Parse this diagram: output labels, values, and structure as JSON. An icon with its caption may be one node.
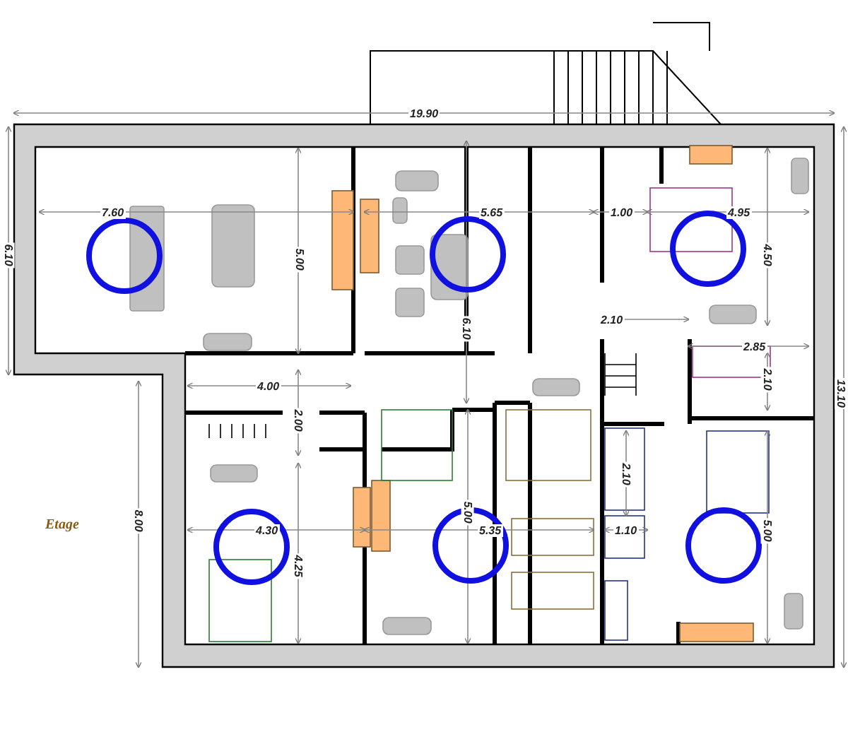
{
  "diagram": {
    "labels": [
      "19.90",
      "7.60",
      "5.65",
      "1.00",
      "4.95",
      "6.10",
      "5.00",
      "4.50",
      "2.10",
      "2.85",
      "2.10",
      "6.10",
      "13.10",
      "4.00",
      "2.00",
      "Etage",
      "8.00",
      "4.30",
      "4.25",
      "5.35",
      "5.00",
      "2.10",
      "1.10",
      "5.00"
    ]
  }
}
